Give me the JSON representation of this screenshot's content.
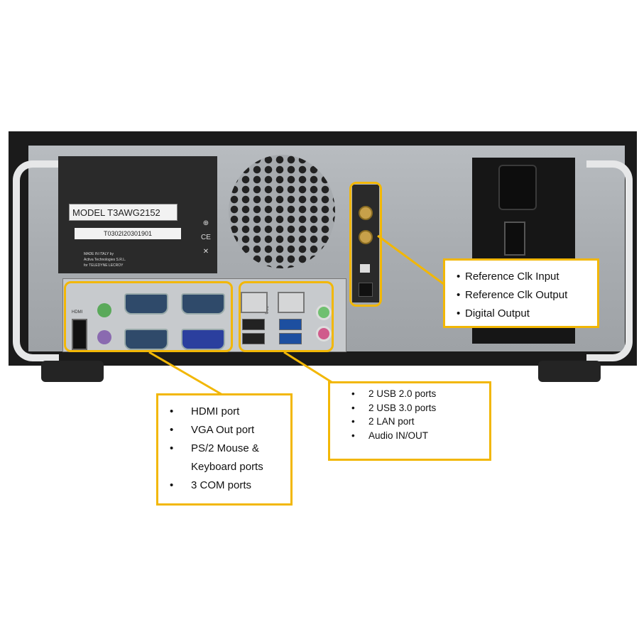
{
  "device": {
    "model_label": "MODEL T3AWG2152",
    "serial_label": "T0302I20301901",
    "maker_lines": [
      "MADE IN ITALY by",
      "Activa Technologies S.R.L.",
      "for TELEDYNE LECROY"
    ],
    "hdmi_marking": "HDMI",
    "usb_marking": "USB"
  },
  "callouts": {
    "clock": {
      "items": [
        "Reference Clk Input",
        "Reference Clk Output",
        "Digital Output"
      ]
    },
    "usb_lan": {
      "items": [
        "2 USB 2.0 ports",
        "2 USB 3.0 ports",
        "2 LAN port",
        "Audio IN/OUT"
      ]
    },
    "io": {
      "items": [
        "HDMI port",
        "VGA Out port",
        "PS/2 Mouse &",
        "Keyboard ports",
        "3 COM ports"
      ],
      "bullets": [
        true,
        true,
        true,
        false,
        true
      ]
    }
  },
  "colors": {
    "highlight": "#f2b705",
    "chassis": "#1b1b1b",
    "panel": "#a9adb1"
  }
}
